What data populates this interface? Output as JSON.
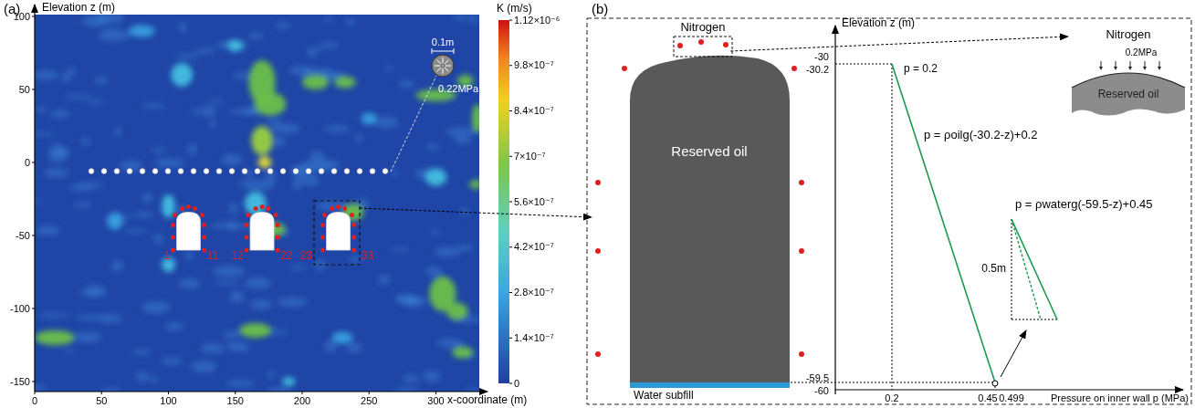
{
  "diagram": {
    "nodes": [
      {
        "text": [
          "Reserved oil"
        ]
      },
      {
        "text": [
          "Water subfill"
        ]
      },
      {
        "text": [
          "Nitrogen",
          "0.2MPa",
          "Reserved oil"
        ]
      }
    ],
    "edges": [
      {
        "from": 0,
        "to": 2,
        "arrow": "to"
      }
    ],
    "labels": [
      "(a)",
      "Elevation z (m)",
      "100",
      "50",
      "0",
      "-50",
      "-100",
      "-150",
      "0",
      "50",
      "100",
      "150",
      "200",
      "250",
      "300",
      "x-coordinate (m)",
      "K (m/s)",
      "1.12×10⁻⁶",
      "9.8×10⁻⁷",
      "8.4×10⁻⁷",
      "7×10⁻⁷",
      "5.6×10⁻⁷",
      "4.2×10⁻⁷",
      "2.8×10⁻⁷",
      "1.4×10⁻⁷",
      "0",
      "0.1m",
      "0.22MPa",
      "1",
      "11",
      "12",
      "22",
      "23",
      "33",
      "(b)",
      "Nitrogen",
      "Elevation z (m)",
      "-30",
      "-30.2",
      "p = 0.2",
      "p = ρoilg(-30.2-z)+0.2",
      "0.5m",
      "p = ρwaterg(-59.5-z)+0.45",
      "-59.5",
      "-60",
      "0.2",
      "0.45",
      "0.499",
      "Pressure on inner wall p (MPa)"
    ]
  }
}
